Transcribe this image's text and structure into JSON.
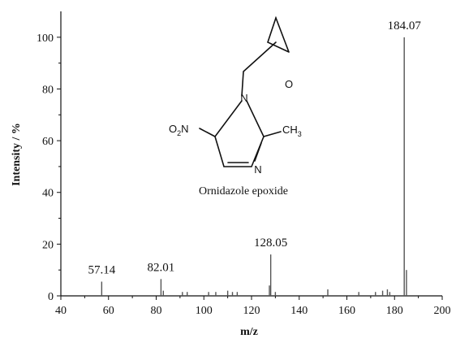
{
  "chart_data": {
    "type": "bar",
    "xlabel": "m/z",
    "ylabel": "Intensity / %",
    "xlim": [
      40,
      200
    ],
    "ylim": [
      0,
      110
    ],
    "xticks": [
      40,
      60,
      80,
      100,
      120,
      140,
      160,
      180,
      200
    ],
    "yticks": [
      0,
      20,
      40,
      60,
      80,
      100
    ],
    "grid": false,
    "peaks": [
      {
        "x": 57.14,
        "y": 5.5
      },
      {
        "x": 82.01,
        "y": 6.5
      },
      {
        "x": 83.0,
        "y": 2.0
      },
      {
        "x": 91.0,
        "y": 1.5
      },
      {
        "x": 93.0,
        "y": 1.5
      },
      {
        "x": 102.0,
        "y": 1.5
      },
      {
        "x": 105.0,
        "y": 1.5
      },
      {
        "x": 110.0,
        "y": 2.0
      },
      {
        "x": 112.0,
        "y": 1.5
      },
      {
        "x": 114.0,
        "y": 1.5
      },
      {
        "x": 127.5,
        "y": 4.0
      },
      {
        "x": 128.05,
        "y": 16.0
      },
      {
        "x": 130.0,
        "y": 1.5
      },
      {
        "x": 152.0,
        "y": 2.5
      },
      {
        "x": 165.0,
        "y": 1.5
      },
      {
        "x": 172.0,
        "y": 1.5
      },
      {
        "x": 175.0,
        "y": 2.0
      },
      {
        "x": 177.0,
        "y": 2.5
      },
      {
        "x": 178.0,
        "y": 1.5
      },
      {
        "x": 184.07,
        "y": 100.0
      },
      {
        "x": 185.0,
        "y": 10.0
      }
    ],
    "peak_labels": [
      {
        "x": 57.14,
        "y": 5.5,
        "text": "57.14"
      },
      {
        "x": 82.01,
        "y": 6.5,
        "text": "82.01"
      },
      {
        "x": 128.05,
        "y": 16.0,
        "text": "128.05"
      },
      {
        "x": 184.07,
        "y": 100.0,
        "text": "184.07"
      }
    ],
    "inset": {
      "caption": "Ornidazole epoxide",
      "atoms": {
        "O_epoxide": "O",
        "N1": "N",
        "N3": "N",
        "methyl": "CH",
        "methyl_sub": "3",
        "nitro_o": "O",
        "nitro_sub": "2",
        "nitro_n": "N"
      }
    }
  }
}
